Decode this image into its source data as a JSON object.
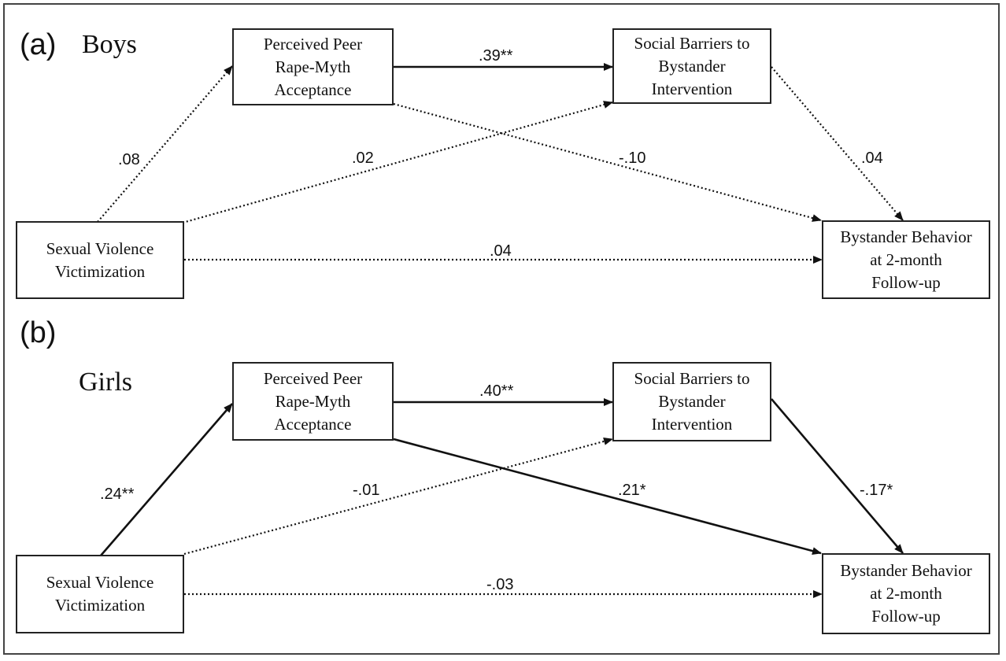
{
  "panel_a": {
    "label": "(a)",
    "group": "Boys",
    "nodes": {
      "predictor": [
        "Sexual Violence",
        "Victimization"
      ],
      "mediator1": [
        "Perceived Peer",
        "Rape-Myth",
        "Acceptance"
      ],
      "mediator2": [
        "Social Barriers to",
        "Bystander",
        "Intervention"
      ],
      "outcome": [
        "Bystander Behavior",
        "at 2-month",
        "Follow-up"
      ]
    },
    "paths": {
      "predictor_to_mediator1": ".08",
      "mediator1_to_mediator2": ".39**",
      "predictor_to_mediator2": ".02",
      "mediator1_to_outcome": "-.10",
      "mediator2_to_outcome": ".04",
      "predictor_to_outcome": ".04"
    }
  },
  "panel_b": {
    "label": "(b)",
    "group": "Girls",
    "nodes": {
      "predictor": [
        "Sexual Violence",
        "Victimization"
      ],
      "mediator1": [
        "Perceived Peer",
        "Rape-Myth",
        "Acceptance"
      ],
      "mediator2": [
        "Social Barriers to",
        "Bystander",
        "Intervention"
      ],
      "outcome": [
        "Bystander Behavior",
        "at 2-month",
        "Follow-up"
      ]
    },
    "paths": {
      "predictor_to_mediator1": ".24**",
      "mediator1_to_mediator2": ".40**",
      "predictor_to_mediator2": "-.01",
      "mediator1_to_outcome": ".21*",
      "mediator2_to_outcome": "-.17*",
      "predictor_to_outcome": "-.03"
    }
  }
}
